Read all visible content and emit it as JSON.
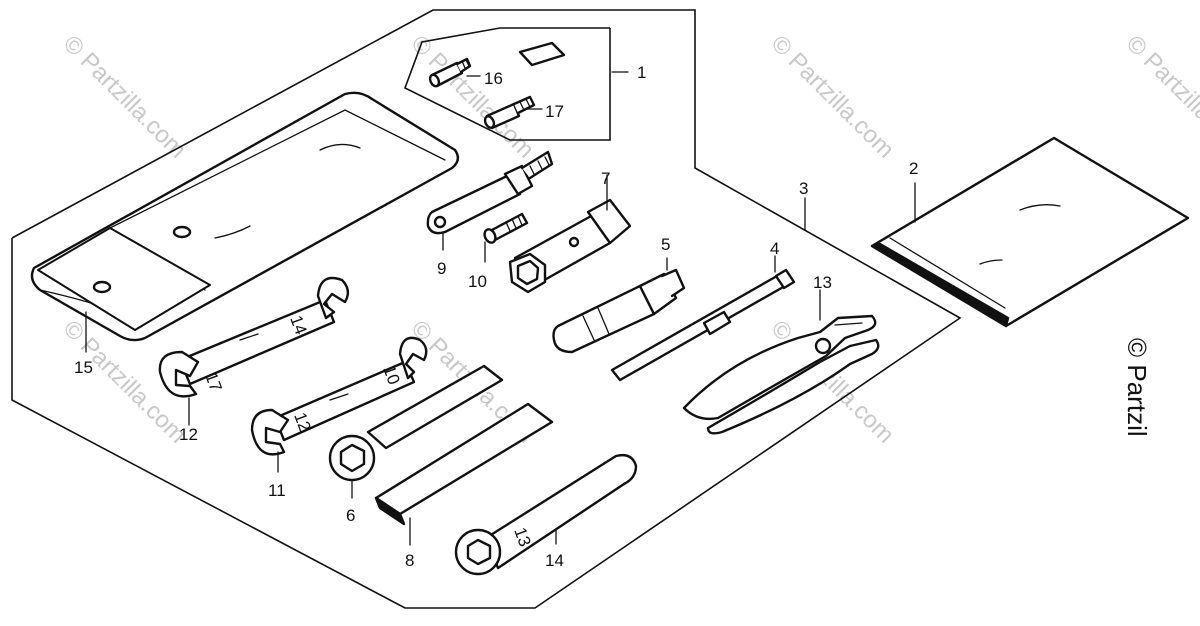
{
  "diagram": {
    "watermark_text": "© Partzilla.com",
    "corner_text": "© Partzil",
    "callouts": [
      "1",
      "2",
      "3",
      "4",
      "5",
      "6",
      "7",
      "8",
      "9",
      "10",
      "11",
      "12",
      "13",
      "14",
      "15",
      "16",
      "17"
    ],
    "wrench_markings": {
      "w12_a": "14",
      "w12_b": "17",
      "w11_a": "10",
      "w11_b": "12",
      "w14": "13"
    }
  }
}
